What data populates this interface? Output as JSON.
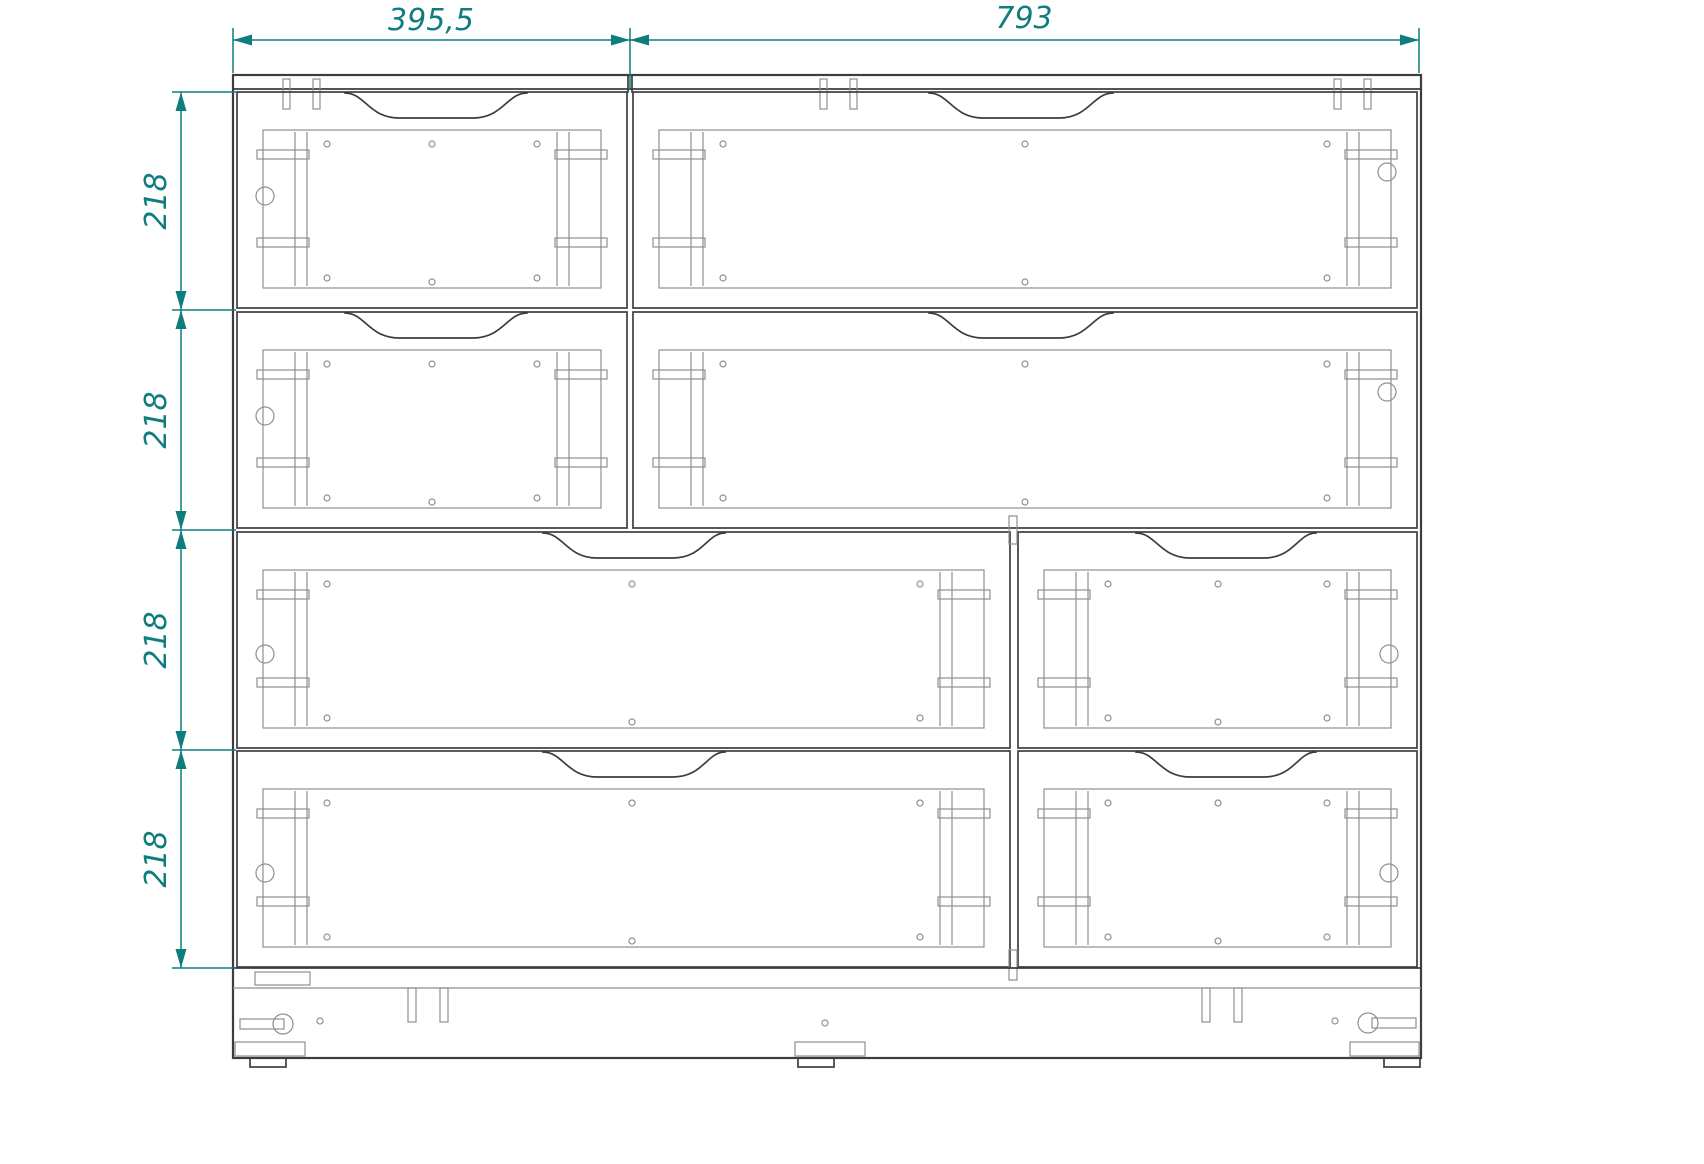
{
  "drawing": {
    "colors": {
      "dimension": "#0f7d7d",
      "outline": "#3d3d3d",
      "detail": "#8f8f8f",
      "background": "#ffffff"
    },
    "dimensions": {
      "top": [
        {
          "label": "395,5"
        },
        {
          "label": "793"
        }
      ],
      "left": [
        {
          "label": "218"
        },
        {
          "label": "218"
        },
        {
          "label": "218"
        },
        {
          "label": "218"
        }
      ]
    }
  }
}
